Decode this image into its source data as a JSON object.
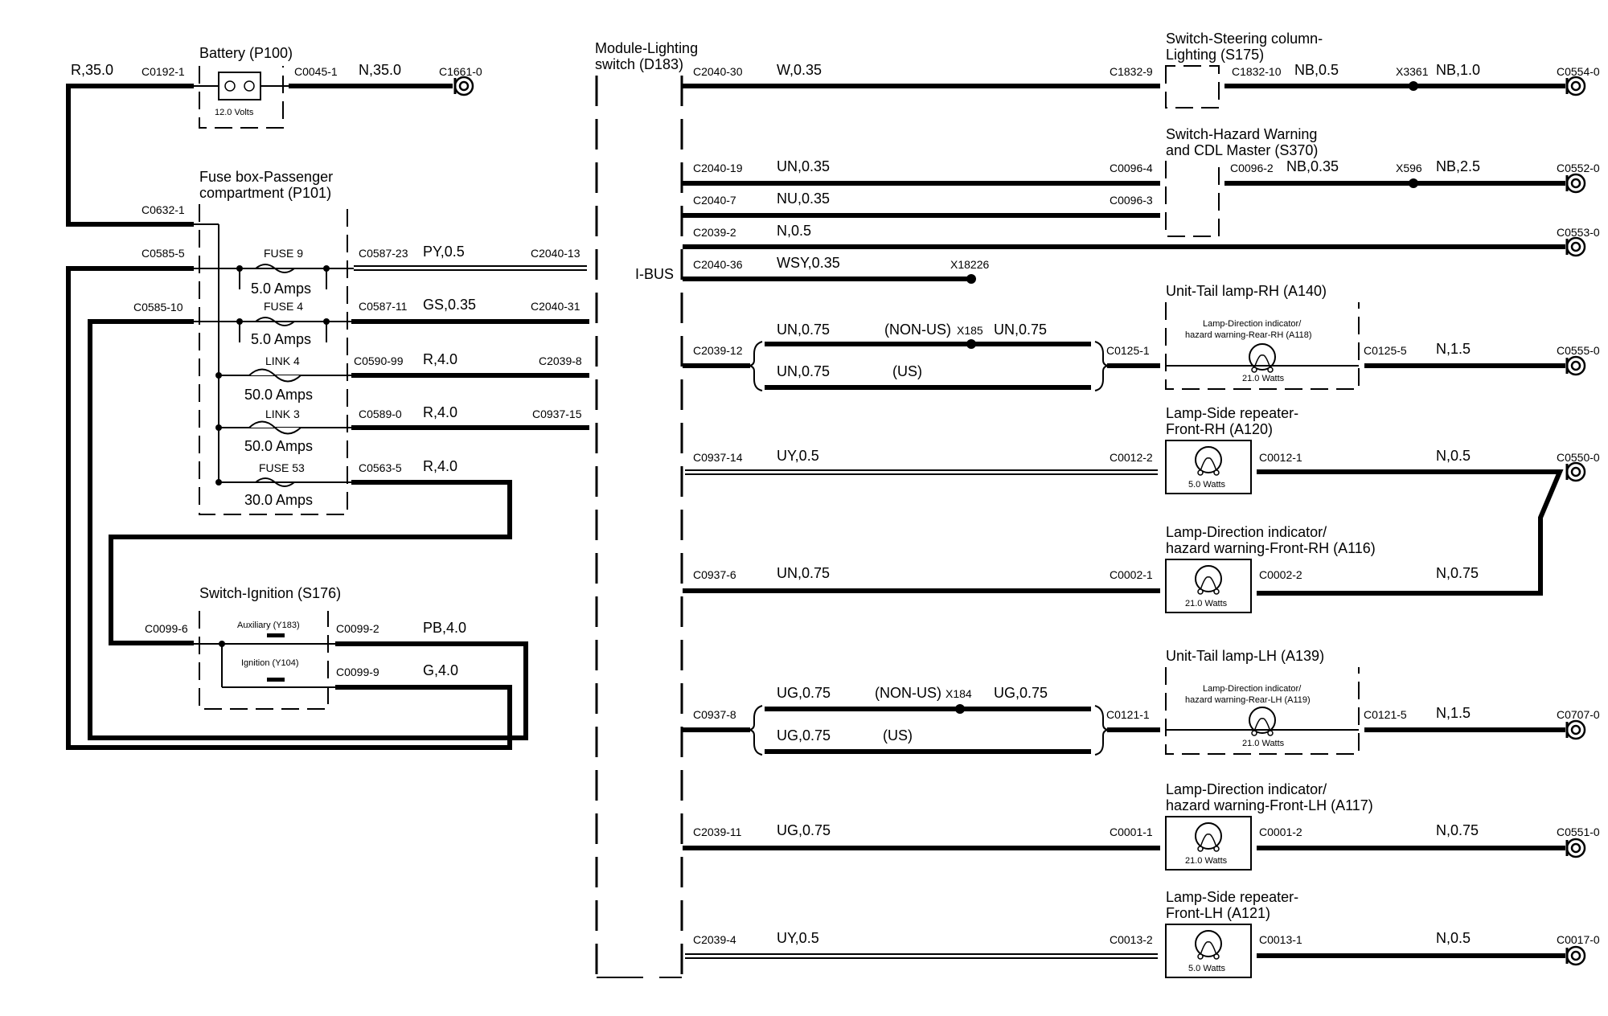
{
  "title": "",
  "colors": {
    "ink": "#000000",
    "paper": "#ffffff"
  },
  "left": {
    "battery": {
      "name": "Battery (P100)",
      "in_connector": "C0192-1",
      "in_wire": "R,35.0",
      "out_connector": "C0045-1",
      "out_wire": "N,35.0",
      "ground": "C1661-0",
      "voltage": "12.0 Volts"
    },
    "fuse_box": {
      "name_line1": "Fuse box-Passenger",
      "name_line2": "compartment (P101)",
      "feed": "C0632-1",
      "in_c0585_5": "C0585-5",
      "in_c0585_10": "C0585-10",
      "items": [
        {
          "name": "FUSE 9",
          "rating": "5.0 Amps",
          "out_connector": "C0587-23",
          "wire": "PY,0.5",
          "dest": "C2040-13"
        },
        {
          "name": "FUSE 4",
          "rating": "5.0 Amps",
          "out_connector": "C0587-11",
          "wire": "GS,0.35",
          "dest": "C2040-31"
        },
        {
          "name": "LINK 4",
          "rating": "50.0 Amps",
          "out_connector": "C0590-99",
          "wire": "R,4.0",
          "dest": "C2039-8"
        },
        {
          "name": "LINK 3",
          "rating": "50.0 Amps",
          "out_connector": "C0589-0",
          "wire": "R,4.0",
          "dest": "C0937-15"
        },
        {
          "name": "FUSE 53",
          "rating": "30.0 Amps",
          "out_connector": "C0563-5",
          "wire": "R,4.0",
          "dest": ""
        }
      ]
    },
    "ignition": {
      "name": "Switch-Ignition (S176)",
      "in_connector": "C0099-6",
      "aux_label": "Auxiliary (Y183)",
      "ign_label": "Ignition (Y104)",
      "out1_connector": "C0099-2",
      "out1_wire": "PB,4.0",
      "out2_connector": "C0099-9",
      "out2_wire": "G,4.0"
    }
  },
  "module": {
    "name_line1": "Module-Lighting",
    "name_line2": "switch (D183)",
    "ibus": "I-BUS"
  },
  "right": {
    "steering_switch": {
      "name_line1": "Switch-Steering column-",
      "name_line2": "Lighting (S175)",
      "in_module_conn": "C2040-30",
      "in_wire": "W,0.35",
      "in_conn": "C1832-9",
      "out_conn": "C1832-10",
      "out_wire": "NB,0.5",
      "splice": "X3361",
      "splice_wire": "NB,1.0",
      "ground": "C0554-0"
    },
    "hazard_switch": {
      "name_line1": "Switch-Hazard Warning",
      "name_line2": "and CDL Master (S370)",
      "row1_module_conn": "C2040-19",
      "row1_wire": "UN,0.35",
      "row1_conn": "C0096-4",
      "out_conn": "C0096-2",
      "out_wire": "NB,0.35",
      "splice": "X596",
      "splice_wire": "NB,2.5",
      "ground": "C0552-0",
      "row2_module_conn": "C2040-7",
      "row2_wire": "NU,0.35",
      "row2_conn": "C0096-3",
      "row3_module_conn": "C2039-2",
      "row3_wire": "N,0.5",
      "row3_ground": "C0553-0",
      "row4_module_conn": "C2040-36",
      "row4_wire": "WSY,0.35",
      "row4_splice": "X18226"
    },
    "tail_rh": {
      "name": "Unit-Tail lamp-RH (A140)",
      "inner_line1": "Lamp-Direction indicator/",
      "inner_line2": "hazard warning-Rear-RH (A118)",
      "watts": "21.0 Watts",
      "module_conn": "C2039-12",
      "wire_a": "UN,0.75",
      "nonus": "(NON-US)",
      "splice": "X185",
      "wire_b": "UN,0.75",
      "wire_c": "UN,0.75",
      "us": "(US)",
      "in_conn": "C0125-1",
      "out_conn": "C0125-5",
      "out_wire": "N,1.5",
      "ground": "C0555-0"
    },
    "side_rep_rh": {
      "name_line1": "Lamp-Side repeater-",
      "name_line2": "Front-RH (A120)",
      "watts": "5.0 Watts",
      "module_conn": "C0937-14",
      "wire": "UY,0.5",
      "in_conn": "C0012-2",
      "out_conn": "C0012-1",
      "out_wire": "N,0.5",
      "ground": "C0550-0"
    },
    "dir_front_rh": {
      "name_line1": "Lamp-Direction indicator/",
      "name_line2": "hazard warning-Front-RH (A116)",
      "watts": "21.0 Watts",
      "module_conn": "C0937-6",
      "wire": "UN,0.75",
      "in_conn": "C0002-1",
      "out_conn": "C0002-2",
      "out_wire": "N,0.75"
    },
    "tail_lh": {
      "name": "Unit-Tail lamp-LH (A139)",
      "inner_line1": "Lamp-Direction indicator/",
      "inner_line2": "hazard warning-Rear-LH (A119)",
      "watts": "21.0 Watts",
      "module_conn": "C0937-8",
      "wire_a": "UG,0.75",
      "nonus": "(NON-US)",
      "splice": "X184",
      "wire_b": "UG,0.75",
      "wire_c": "UG,0.75",
      "us": "(US)",
      "in_conn": "C0121-1",
      "out_conn": "C0121-5",
      "out_wire": "N,1.5",
      "ground": "C0707-0"
    },
    "dir_front_lh": {
      "name_line1": "Lamp-Direction indicator/",
      "name_line2": "hazard warning-Front-LH (A117)",
      "watts": "21.0 Watts",
      "module_conn": "C2039-11",
      "wire": "UG,0.75",
      "in_conn": "C0001-1",
      "out_conn": "C0001-2",
      "out_wire": "N,0.75",
      "ground": "C0551-0"
    },
    "side_rep_lh": {
      "name_line1": "Lamp-Side repeater-",
      "name_line2": "Front-LH (A121)",
      "watts": "5.0 Watts",
      "module_conn": "C2039-4",
      "wire": "UY,0.5",
      "in_conn": "C0013-2",
      "out_conn": "C0013-1",
      "out_wire": "N,0.5",
      "ground": "C0017-0"
    }
  }
}
